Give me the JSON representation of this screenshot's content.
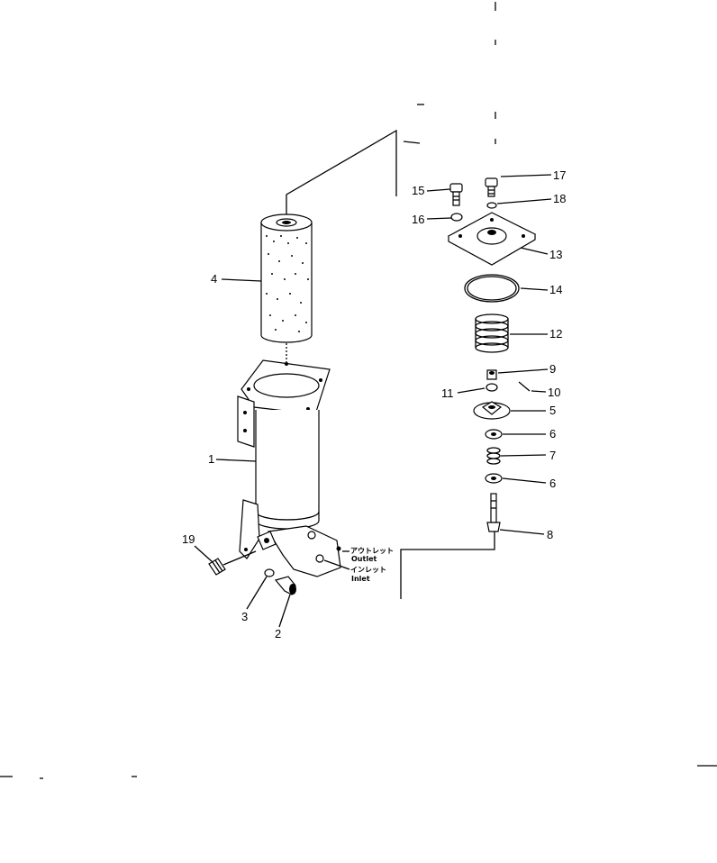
{
  "parts": {
    "p1": "1",
    "p2": "2",
    "p3": "3",
    "p4": "4",
    "p5": "5",
    "p6a": "6",
    "p6b": "6",
    "p7": "7",
    "p8": "8",
    "p9": "9",
    "p10": "10",
    "p11": "11",
    "p12": "12",
    "p13": "13",
    "p14": "14",
    "p15": "15",
    "p16": "16",
    "p17": "17",
    "p18": "18",
    "p19": "19"
  },
  "ports": {
    "outlet_jp": "アウトレット",
    "outlet_en": "Outlet",
    "inlet_jp": "インレット",
    "inlet_en": "Inlet"
  }
}
